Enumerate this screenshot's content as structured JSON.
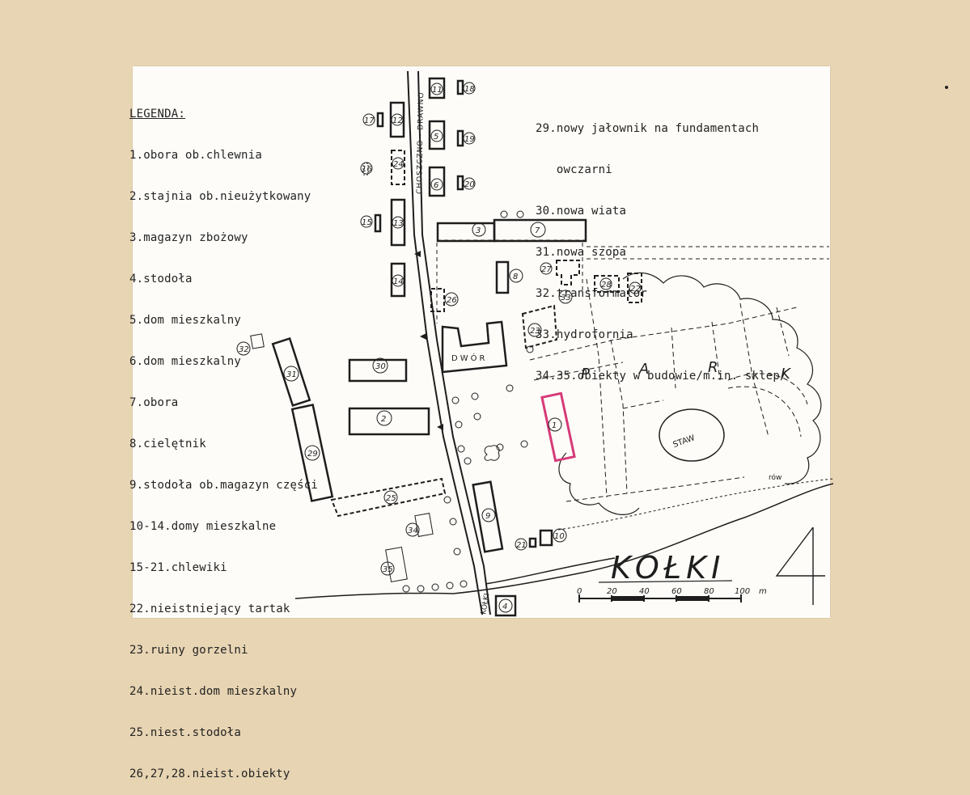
{
  "legend": {
    "title": "LEGENDA:",
    "left_items": [
      "1.obora ob.chlewnia",
      "2.stajnia ob.nieużytkowany",
      "3.magazyn zbożowy",
      "4.stodoła",
      "5.dom mieszkalny",
      "6.dom mieszkalny",
      "7.obora",
      "8.cielętnik",
      "9.stodoła ob.magazyn części",
      "10-14.domy mieszkalne",
      "15-21.chlewiki",
      "22.nieistniejący tartak",
      "23.ruiny gorzelni",
      "24.nieist.dom mieszkalny",
      "25.niest.stodoła",
      "26,27,28.nieist.obiekty"
    ],
    "right_items": [
      "29.nowy jałownik na fundamentach",
      "   owczarni",
      "30.nowa wiata",
      "31.nowa szopa",
      "32.transformator",
      "33.hydrofornia",
      "34.35.obiekty w budowie/m.in. sklep/"
    ]
  },
  "map": {
    "road_label": "CHOSZCZNO - DRAWNO",
    "road_label_bottom": "KOŁKI",
    "manor_label": "DWÓR",
    "park_letters": [
      "P",
      "A",
      "R",
      "K"
    ],
    "pond_label": "STAW",
    "ditch_label": "rów",
    "place_name": "KOŁKI",
    "sheet_number": "4",
    "scale_ticks": [
      "0",
      "20",
      "40",
      "60",
      "80",
      "100"
    ],
    "scale_unit": "m",
    "building_numbers": [
      "1",
      "2",
      "3",
      "4",
      "5",
      "6",
      "7",
      "8",
      "9",
      "10",
      "11",
      "12",
      "13",
      "14",
      "15",
      "16",
      "17",
      "18",
      "19",
      "20",
      "21",
      "22",
      "23",
      "24",
      "25",
      "26",
      "27",
      "28",
      "29",
      "30",
      "31",
      "32",
      "33",
      "34",
      "35"
    ],
    "highlight_color": "#d63a78",
    "ink_color": "#1e1e1e"
  }
}
